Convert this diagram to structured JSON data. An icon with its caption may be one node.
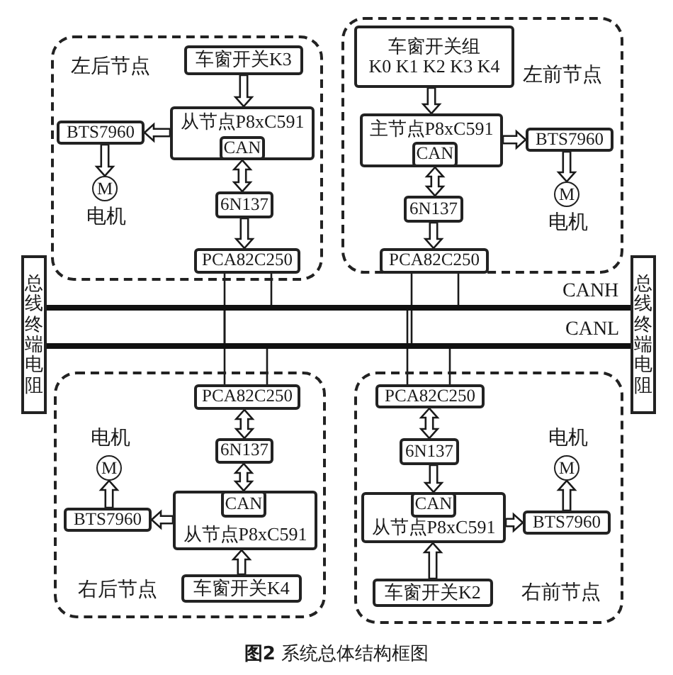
{
  "diagram": {
    "caption": "**图2** 系统总体结构框图",
    "nodes": [
      {
        "text": [
          "左后节点"
        ]
      },
      {
        "text": [
          "车窗开关K3"
        ],
        "in": 0
      },
      {
        "text": [
          "从节点P8xC591"
        ],
        "in": 0
      },
      {
        "text": [
          "CAN"
        ],
        "in": 2
      },
      {
        "text": [
          "BTS7960"
        ],
        "in": 0
      },
      {
        "text": [
          "M"
        ],
        "in": 0,
        "beside": [
          "电机"
        ]
      },
      {
        "text": [
          "6N137"
        ],
        "in": 0
      },
      {
        "text": [
          "PCA82C250"
        ],
        "in": 0
      },
      {
        "text": [
          "左前节点"
        ]
      },
      {
        "text": [
          "车窗开关组",
          "K0 K1 K2 K3 K4"
        ],
        "in": 8
      },
      {
        "text": [
          "主节点P8xC591"
        ],
        "in": 8
      },
      {
        "text": [
          "CAN"
        ],
        "in": 10
      },
      {
        "text": [
          "BTS7960"
        ],
        "in": 8
      },
      {
        "text": [
          "M"
        ],
        "in": 8,
        "beside": [
          "电机"
        ]
      },
      {
        "text": [
          "6N137"
        ],
        "in": 8
      },
      {
        "text": [
          "PCA82C250"
        ],
        "in": 8
      },
      {
        "text": [
          "总线终端电阻"
        ]
      },
      {
        "text": [],
        "shape": "bar",
        "beside": [
          "CANH"
        ]
      },
      {
        "text": [],
        "shape": "bar",
        "beside": [
          "CANL"
        ]
      },
      {
        "text": [
          "总线终端电阻"
        ]
      },
      {
        "text": [
          "右后节点"
        ]
      },
      {
        "text": [
          "PCA82C250"
        ],
        "in": 20
      },
      {
        "text": [
          "6N137"
        ],
        "in": 20
      },
      {
        "text": [
          "从节点P8xC591"
        ],
        "in": 20
      },
      {
        "text": [
          "CAN"
        ],
        "in": 23
      },
      {
        "text": [
          "BTS7960"
        ],
        "in": 20
      },
      {
        "text": [
          "M"
        ],
        "in": 20,
        "beside": [
          "电机"
        ]
      },
      {
        "text": [
          "车窗开关K4"
        ],
        "in": 20
      },
      {
        "text": [
          "右前节点"
        ]
      },
      {
        "text": [
          "PCA82C250"
        ],
        "in": 28
      },
      {
        "text": [
          "6N137"
        ],
        "in": 28
      },
      {
        "text": [
          "从节点P8xC591"
        ],
        "in": 28
      },
      {
        "text": [
          "CAN"
        ],
        "in": 31
      },
      {
        "text": [
          "BTS7960"
        ],
        "in": 28
      },
      {
        "text": [
          "M"
        ],
        "in": 28,
        "beside": [
          "电机"
        ]
      },
      {
        "text": [
          "车窗开关K2"
        ],
        "in": 28
      }
    ],
    "edges": [
      {
        "from": 1,
        "to": 2,
        "arrow": "to"
      },
      {
        "from": 2,
        "to": 4,
        "arrow": "to"
      },
      {
        "from": 4,
        "to": 5,
        "arrow": "to"
      },
      {
        "from": 3,
        "to": 6,
        "arrow": "both"
      },
      {
        "from": 6,
        "to": 7,
        "arrow": "to"
      },
      {
        "from": 7,
        "to": 17,
        "arrow": "none"
      },
      {
        "from": 7,
        "to": 18,
        "arrow": "none"
      },
      {
        "from": 9,
        "to": 10,
        "arrow": "to"
      },
      {
        "from": 10,
        "to": 12,
        "arrow": "to"
      },
      {
        "from": 12,
        "to": 13,
        "arrow": "to"
      },
      {
        "from": 11,
        "to": 14,
        "arrow": "both"
      },
      {
        "from": 14,
        "to": 15,
        "arrow": "to"
      },
      {
        "from": 15,
        "to": 17,
        "arrow": "none"
      },
      {
        "from": 15,
        "to": 18,
        "arrow": "none"
      },
      {
        "from": 21,
        "to": 22,
        "arrow": "both"
      },
      {
        "from": 22,
        "to": 24,
        "arrow": "both"
      },
      {
        "from": 27,
        "to": 23,
        "arrow": "to"
      },
      {
        "from": 23,
        "to": 25,
        "arrow": "to"
      },
      {
        "from": 25,
        "to": 26,
        "arrow": "to"
      },
      {
        "from": 21,
        "to": 17,
        "arrow": "none"
      },
      {
        "from": 21,
        "to": 18,
        "arrow": "none"
      },
      {
        "from": 29,
        "to": 30,
        "arrow": "both"
      },
      {
        "from": 30,
        "to": 32,
        "arrow": "to"
      },
      {
        "from": 35,
        "to": 31,
        "arrow": "to"
      },
      {
        "from": 31,
        "to": 33,
        "arrow": "to"
      },
      {
        "from": 33,
        "to": 34,
        "arrow": "to"
      },
      {
        "from": 29,
        "to": 17,
        "arrow": "none"
      },
      {
        "from": 29,
        "to": 18,
        "arrow": "none"
      }
    ]
  }
}
